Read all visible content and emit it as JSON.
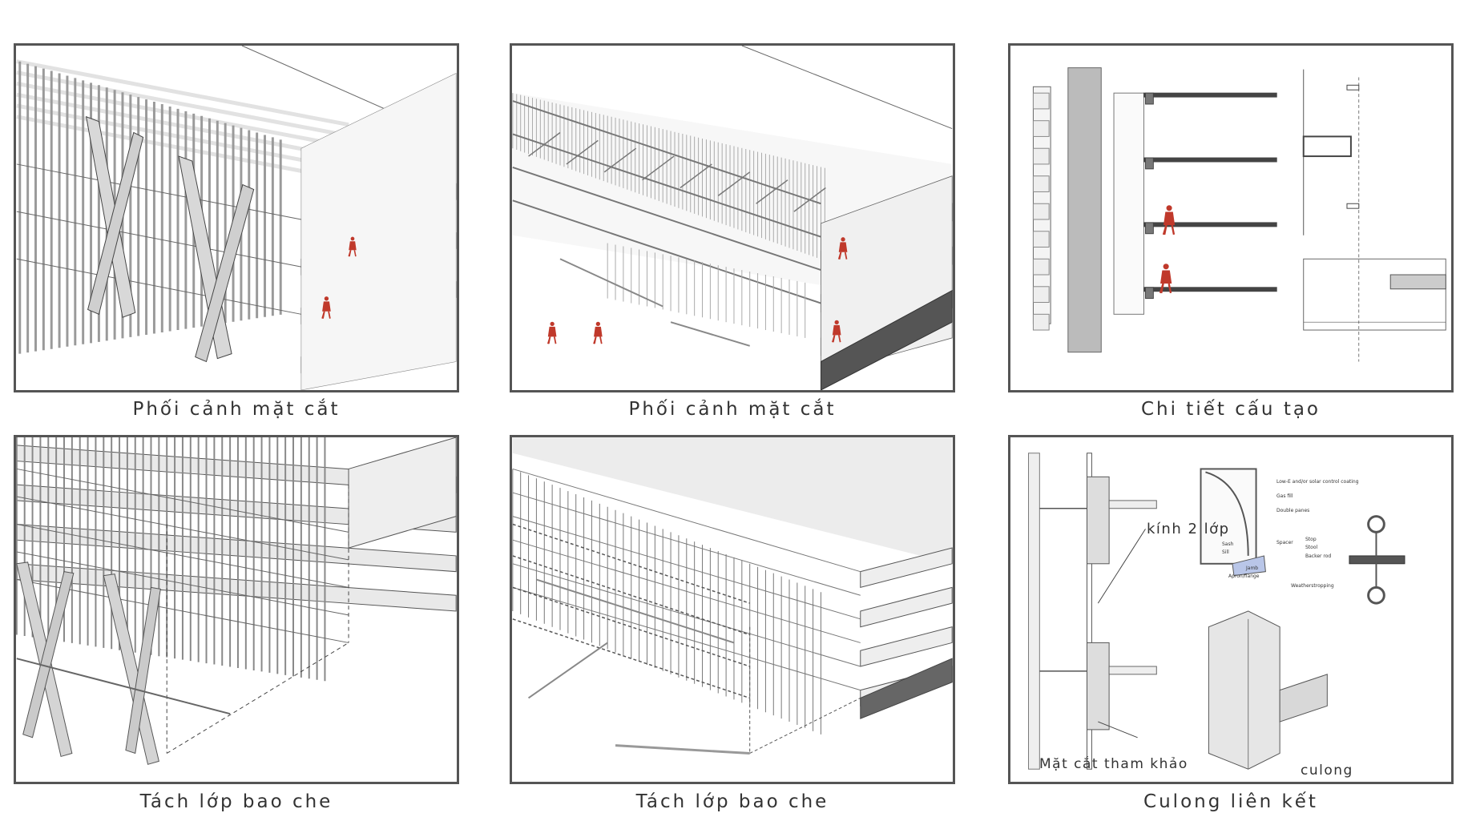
{
  "panels": [
    {
      "caption": "Phối cảnh mặt cắt"
    },
    {
      "caption": "Phối cảnh mặt cắt"
    },
    {
      "caption": "Chi tiết cấu tạo"
    },
    {
      "caption": "Tách lớp bao che"
    },
    {
      "caption": "Tách lớp bao che"
    },
    {
      "caption": "Culong liên kết"
    }
  ],
  "detail_labels": {
    "glass": "kính 2 lớp",
    "section_ref": "Mặt cắt tham khảo",
    "bracket": "culong"
  },
  "window_callouts": [
    "Low-E and/or solar control coating",
    "Gas fill",
    "Double panes",
    "Spacer",
    "Stop",
    "Stool",
    "Backer rod",
    "Sash",
    "Sill",
    "Jamb",
    "Apron/flange",
    "Weatherstropping"
  ],
  "colors": {
    "accent_figure": "#c0392b",
    "frame": "#555555",
    "line": "#444444"
  }
}
